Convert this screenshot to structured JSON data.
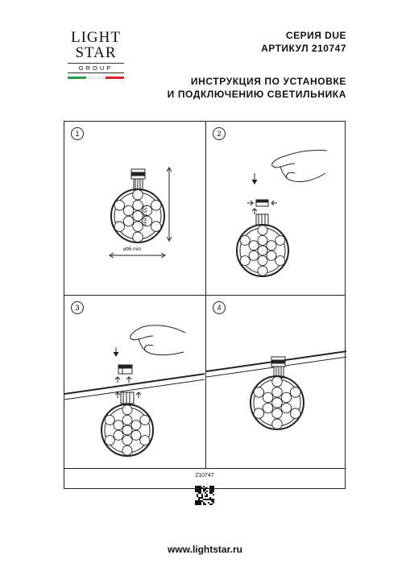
{
  "logo": {
    "line1": "LIGHT",
    "line2": "STAR",
    "line3": "GROUP",
    "flag_colors": [
      "#2a9d4a",
      "#ffffff",
      "#d8232a"
    ]
  },
  "header": {
    "series": "СЕРИЯ DUE",
    "article": "АРТИКУЛ 210747"
  },
  "title": {
    "line1": "ИНСТРУКЦИЯ ПО УСТАНОВКЕ",
    "line2": "И ПОДКЛЮЧЕНИЮ СВЕТИЛЬНИКА"
  },
  "steps": [
    {
      "number": "1",
      "height_label": "133,5 mm",
      "width_label": "ø96 mm"
    },
    {
      "number": "2"
    },
    {
      "number": "3"
    },
    {
      "number": "4"
    }
  ],
  "footer": {
    "article": "210747",
    "website": "www.lightstar.ru"
  }
}
